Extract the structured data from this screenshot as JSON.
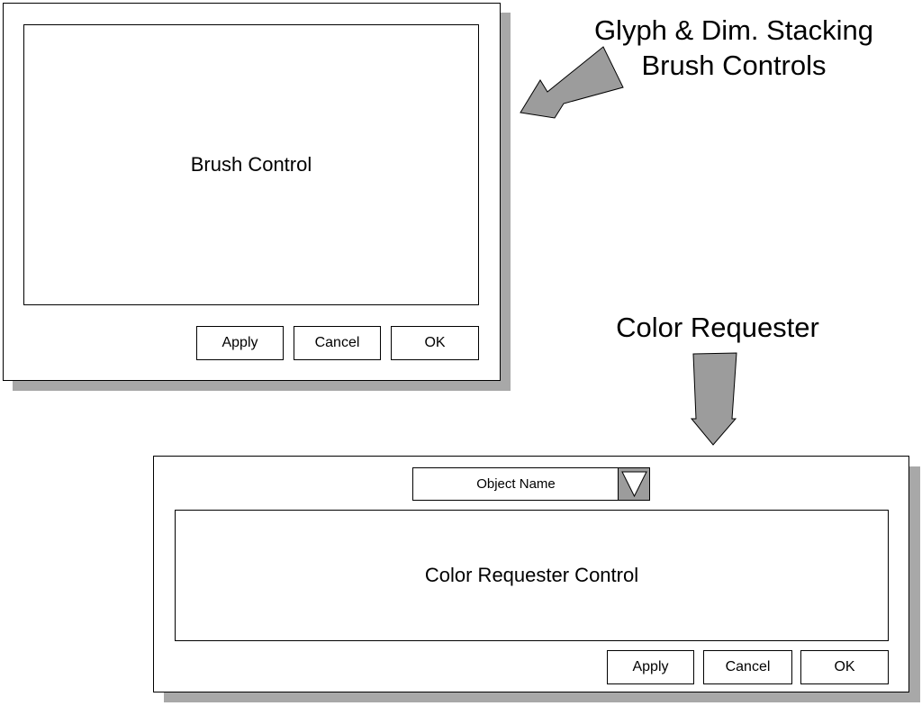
{
  "brush_dialog": {
    "control_label": "Brush Control",
    "buttons": {
      "apply": "Apply",
      "cancel": "Cancel",
      "ok": "OK"
    }
  },
  "color_dialog": {
    "dropdown_value": "Object Name",
    "control_label": "Color Requester Control",
    "buttons": {
      "apply": "Apply",
      "cancel": "Cancel",
      "ok": "OK"
    }
  },
  "annotations": {
    "brush_caption_line1": "Glyph & Dim. Stacking",
    "brush_caption_line2": "Brush Controls",
    "color_caption": "Color Requester"
  },
  "colors": {
    "shadow": "#a8a8a8",
    "arrow_fill": "#9c9c9c"
  }
}
